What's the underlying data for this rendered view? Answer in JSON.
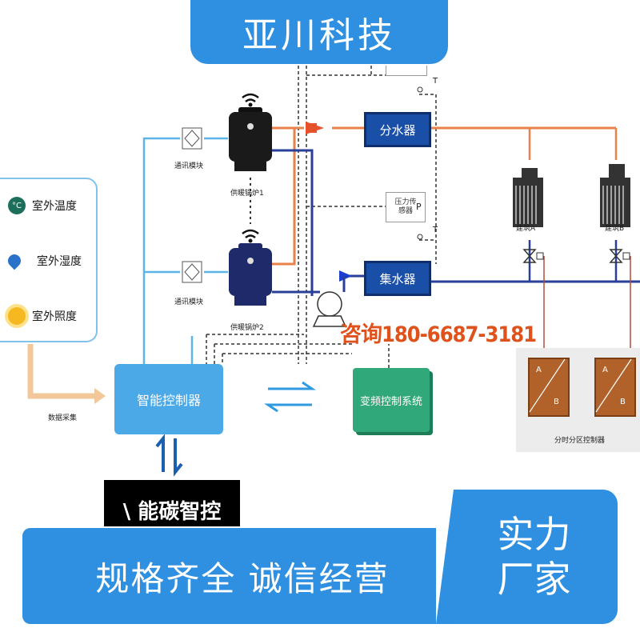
{
  "banner": {
    "title": "亚川科技"
  },
  "sensors": [
    {
      "icon": "thermometer-icon",
      "label": "室外温度",
      "color": "#1b6f5b",
      "glyph": "°C"
    },
    {
      "icon": "humidity-drop-icon",
      "label": "室外湿度",
      "color": "#2a72c9",
      "glyph": ""
    },
    {
      "icon": "sun-icon",
      "label": "室外照度",
      "color": "#f5b820",
      "glyph": ""
    }
  ],
  "labels": {
    "data_collection": "数据采集",
    "comm_module_1": "通讯模块",
    "comm_module_2": "通讯模块",
    "boiler_1": "供暖锅炉1",
    "boiler_2": "供暖锅炉2",
    "manifold_supply": "分水器",
    "manifold_return": "集水器",
    "pressure_sensor": "压力传感器",
    "pressure_symbol": "P",
    "temp_symbol": "T",
    "building_a": "建筑A",
    "building_b": "建筑B",
    "smart_controller": "智能控制器",
    "vfd_system": "变频控制系统",
    "zone_controller": "分时分区控制器",
    "zone_a": "A",
    "zone_b": "B"
  },
  "contact": {
    "phone": "咨询180-6687-3181"
  },
  "logo": {
    "text": "\\ 能碳智控"
  },
  "slogans": {
    "left": "规格齐全  诚信经营",
    "right_line1": "实力",
    "right_line2": "厂家"
  },
  "colors": {
    "brand_blue": "#2f8fe0",
    "supply_pipe": "#e8824a",
    "return_pipe": "#2a3f9a",
    "signal_line": "#5db4e6",
    "controller": "#4aa9e6",
    "vfd": "#31a87a",
    "zone_box": "#b0622a"
  }
}
